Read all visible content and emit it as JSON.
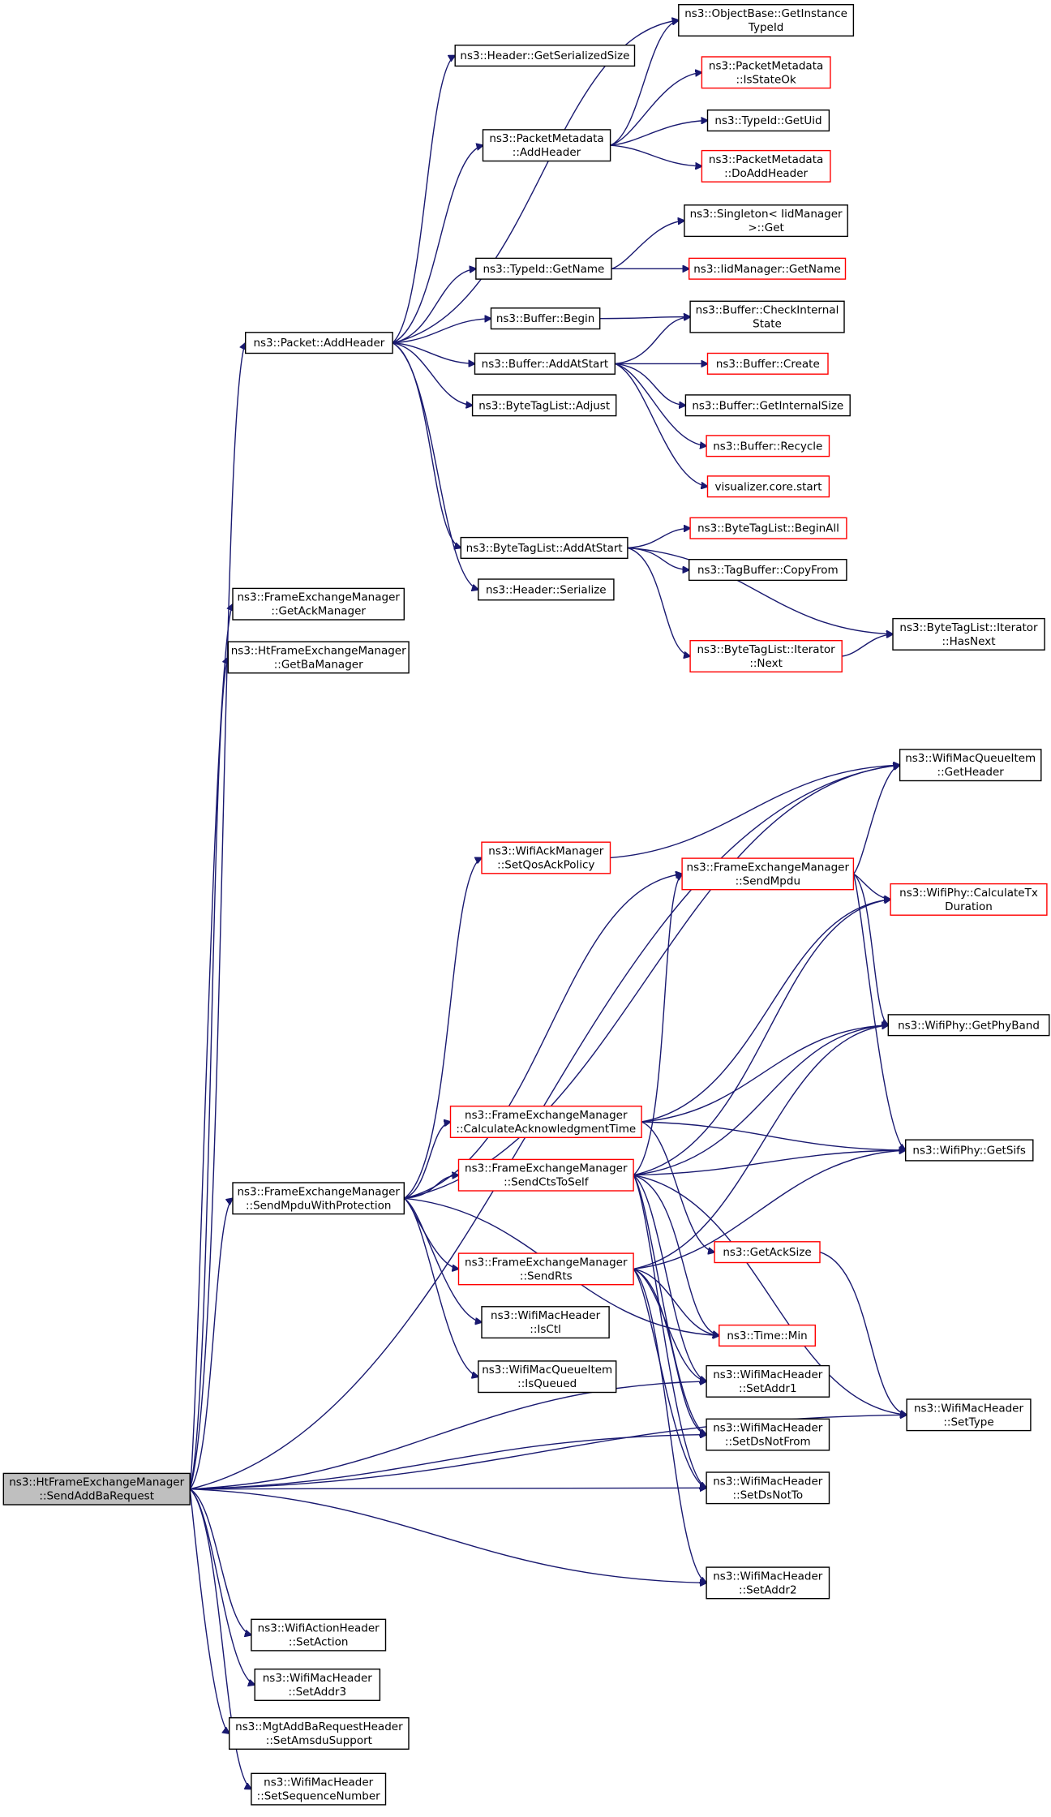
{
  "diagram": {
    "type": "call-graph",
    "colors": {
      "edge": "#191970",
      "root_fill": "#bfbfbf",
      "red_border": "#ff0000",
      "black_border": "#000000"
    },
    "nodes": [
      {
        "id": "root",
        "style": "root",
        "lines": [
          "ns3::HtFrameExchangeManager",
          "::SendAddBaRequest"
        ]
      },
      {
        "id": "addheader",
        "style": "black",
        "lines": [
          "ns3::Packet::AddHeader"
        ]
      },
      {
        "id": "getserialized",
        "style": "black",
        "lines": [
          "ns3::Header::GetSerializedSize"
        ]
      },
      {
        "id": "objbase",
        "style": "black",
        "lines": [
          "ns3::ObjectBase::GetInstance",
          "TypeId"
        ]
      },
      {
        "id": "pm_isstate",
        "style": "red",
        "lines": [
          "ns3::PacketMetadata",
          "::IsStateOk"
        ]
      },
      {
        "id": "pm_addheader",
        "style": "black",
        "lines": [
          "ns3::PacketMetadata",
          "::AddHeader"
        ]
      },
      {
        "id": "getuid",
        "style": "black",
        "lines": [
          "ns3::TypeId::GetUid"
        ]
      },
      {
        "id": "pm_doadd",
        "style": "red",
        "lines": [
          "ns3::PacketMetadata",
          "::DoAddHeader"
        ]
      },
      {
        "id": "singleton",
        "style": "black",
        "lines": [
          "ns3::Singleton< IidManager",
          ">::Get"
        ]
      },
      {
        "id": "typeid_getname",
        "style": "black",
        "lines": [
          "ns3::TypeId::GetName"
        ]
      },
      {
        "id": "iid_getname",
        "style": "red",
        "lines": [
          "ns3::IidManager::GetName"
        ]
      },
      {
        "id": "buf_begin",
        "style": "black",
        "lines": [
          "ns3::Buffer::Begin"
        ]
      },
      {
        "id": "buf_checkinternal",
        "style": "black",
        "lines": [
          "ns3::Buffer::CheckInternal",
          "State"
        ]
      },
      {
        "id": "buf_addatstart",
        "style": "black",
        "lines": [
          "ns3::Buffer::AddAtStart"
        ]
      },
      {
        "id": "buf_create",
        "style": "red",
        "lines": [
          "ns3::Buffer::Create"
        ]
      },
      {
        "id": "btl_adjust",
        "style": "black",
        "lines": [
          "ns3::ByteTagList::Adjust"
        ]
      },
      {
        "id": "buf_getinternal",
        "style": "black",
        "lines": [
          "ns3::Buffer::GetInternalSize"
        ]
      },
      {
        "id": "buf_recycle",
        "style": "red",
        "lines": [
          "ns3::Buffer::Recycle"
        ]
      },
      {
        "id": "viz_start",
        "style": "red",
        "lines": [
          "visualizer.core.start"
        ]
      },
      {
        "id": "btl_beginall",
        "style": "red",
        "lines": [
          "ns3::ByteTagList::BeginAll"
        ]
      },
      {
        "id": "btl_addatstart",
        "style": "black",
        "lines": [
          "ns3::ByteTagList::AddAtStart"
        ]
      },
      {
        "id": "tagbuf_copyfrom",
        "style": "black",
        "lines": [
          "ns3::TagBuffer::CopyFrom"
        ]
      },
      {
        "id": "hdr_serialize",
        "style": "black",
        "lines": [
          "ns3::Header::Serialize"
        ]
      },
      {
        "id": "btl_iter_hasnext",
        "style": "black",
        "lines": [
          "ns3::ByteTagList::Iterator",
          "::HasNext"
        ]
      },
      {
        "id": "btl_iter_next",
        "style": "red",
        "lines": [
          "ns3::ByteTagList::Iterator",
          "::Next"
        ]
      },
      {
        "id": "fem_getack",
        "style": "black",
        "lines": [
          "ns3::FrameExchangeManager",
          "::GetAckManager"
        ]
      },
      {
        "id": "htfem_getba",
        "style": "black",
        "lines": [
          "ns3::HtFrameExchangeManager",
          "::GetBaManager"
        ]
      },
      {
        "id": "wmqi_getheader",
        "style": "black",
        "lines": [
          "ns3::WifiMacQueueItem",
          "::GetHeader"
        ]
      },
      {
        "id": "wam_setqos",
        "style": "red",
        "lines": [
          "ns3::WifiAckManager",
          "::SetQosAckPolicy"
        ]
      },
      {
        "id": "fem_sendmpdu",
        "style": "red",
        "lines": [
          "ns3::FrameExchangeManager",
          "::SendMpdu"
        ]
      },
      {
        "id": "phy_calctx",
        "style": "red",
        "lines": [
          "ns3::WifiPhy::CalculateTx",
          "Duration"
        ]
      },
      {
        "id": "phy_getband",
        "style": "black",
        "lines": [
          "ns3::WifiPhy::GetPhyBand"
        ]
      },
      {
        "id": "fem_calcack",
        "style": "red",
        "lines": [
          "ns3::FrameExchangeManager",
          "::CalculateAcknowledgmentTime"
        ]
      },
      {
        "id": "phy_getsifs",
        "style": "black",
        "lines": [
          "ns3::WifiPhy::GetSifs"
        ]
      },
      {
        "id": "fem_sendmpdu_prot",
        "style": "black",
        "lines": [
          "ns3::FrameExchangeManager",
          "::SendMpduWithProtection"
        ]
      },
      {
        "id": "fem_sendcts",
        "style": "red",
        "lines": [
          "ns3::FrameExchangeManager",
          "::SendCtsToSelf"
        ]
      },
      {
        "id": "getacksize",
        "style": "red",
        "lines": [
          "ns3::GetAckSize"
        ]
      },
      {
        "id": "fem_sendrts",
        "style": "red",
        "lines": [
          "ns3::FrameExchangeManager",
          "::SendRts"
        ]
      },
      {
        "id": "wmh_isctl",
        "style": "black",
        "lines": [
          "ns3::WifiMacHeader",
          "::IsCtl"
        ]
      },
      {
        "id": "time_min",
        "style": "red",
        "lines": [
          "ns3::Time::Min"
        ]
      },
      {
        "id": "wmqi_isqueued",
        "style": "black",
        "lines": [
          "ns3::WifiMacQueueItem",
          "::IsQueued"
        ]
      },
      {
        "id": "wmh_setaddr1",
        "style": "black",
        "lines": [
          "ns3::WifiMacHeader",
          "::SetAddr1"
        ]
      },
      {
        "id": "wmh_settype",
        "style": "black",
        "lines": [
          "ns3::WifiMacHeader",
          "::SetType"
        ]
      },
      {
        "id": "wmh_setdsnotfrom",
        "style": "black",
        "lines": [
          "ns3::WifiMacHeader",
          "::SetDsNotFrom"
        ]
      },
      {
        "id": "wmh_setdsnotto",
        "style": "black",
        "lines": [
          "ns3::WifiMacHeader",
          "::SetDsNotTo"
        ]
      },
      {
        "id": "wmh_setaddr2",
        "style": "black",
        "lines": [
          "ns3::WifiMacHeader",
          "::SetAddr2"
        ]
      },
      {
        "id": "wah_setaction",
        "style": "black",
        "lines": [
          "ns3::WifiActionHeader",
          "::SetAction"
        ]
      },
      {
        "id": "wmh_setaddr3",
        "style": "black",
        "lines": [
          "ns3::WifiMacHeader",
          "::SetAddr3"
        ]
      },
      {
        "id": "mgt_setamsdu",
        "style": "black",
        "lines": [
          "ns3::MgtAddBaRequestHeader",
          "::SetAmsduSupport"
        ]
      },
      {
        "id": "wmh_setseq",
        "style": "black",
        "lines": [
          "ns3::WifiMacHeader",
          "::SetSequenceNumber"
        ]
      }
    ],
    "edges": [
      [
        "root",
        "addheader"
      ],
      [
        "root",
        "fem_getack"
      ],
      [
        "root",
        "htfem_getba"
      ],
      [
        "root",
        "wmqi_getheader"
      ],
      [
        "root",
        "fem_sendmpdu_prot"
      ],
      [
        "root",
        "wmh_setaddr1"
      ],
      [
        "root",
        "wmh_setdsnotfrom"
      ],
      [
        "root",
        "wmh_setdsnotto"
      ],
      [
        "root",
        "wmh_setaddr2"
      ],
      [
        "root",
        "wmh_settype"
      ],
      [
        "root",
        "wah_setaction"
      ],
      [
        "root",
        "wmh_setaddr3"
      ],
      [
        "root",
        "mgt_setamsdu"
      ],
      [
        "root",
        "wmh_setseq"
      ],
      [
        "addheader",
        "getserialized"
      ],
      [
        "addheader",
        "objbase"
      ],
      [
        "addheader",
        "pm_addheader"
      ],
      [
        "addheader",
        "typeid_getname"
      ],
      [
        "addheader",
        "buf_begin"
      ],
      [
        "addheader",
        "buf_addatstart"
      ],
      [
        "addheader",
        "btl_adjust"
      ],
      [
        "addheader",
        "btl_addatstart"
      ],
      [
        "addheader",
        "hdr_serialize"
      ],
      [
        "pm_addheader",
        "objbase"
      ],
      [
        "pm_addheader",
        "pm_isstate"
      ],
      [
        "pm_addheader",
        "getuid"
      ],
      [
        "pm_addheader",
        "pm_doadd"
      ],
      [
        "typeid_getname",
        "singleton"
      ],
      [
        "typeid_getname",
        "iid_getname"
      ],
      [
        "buf_begin",
        "buf_checkinternal"
      ],
      [
        "buf_addatstart",
        "buf_checkinternal"
      ],
      [
        "buf_addatstart",
        "buf_create"
      ],
      [
        "buf_addatstart",
        "buf_getinternal"
      ],
      [
        "buf_addatstart",
        "buf_recycle"
      ],
      [
        "buf_addatstart",
        "viz_start"
      ],
      [
        "btl_addatstart",
        "btl_beginall"
      ],
      [
        "btl_addatstart",
        "tagbuf_copyfrom"
      ],
      [
        "btl_addatstart",
        "btl_iter_hasnext"
      ],
      [
        "btl_addatstart",
        "btl_iter_next"
      ],
      [
        "btl_iter_next",
        "btl_iter_hasnext"
      ],
      [
        "wam_setqos",
        "wmqi_getheader"
      ],
      [
        "fem_sendmpdu",
        "wmqi_getheader"
      ],
      [
        "fem_sendmpdu",
        "phy_calctx"
      ],
      [
        "fem_sendmpdu",
        "phy_getband"
      ],
      [
        "fem_sendmpdu",
        "phy_getsifs"
      ],
      [
        "fem_calcack",
        "phy_calctx"
      ],
      [
        "fem_calcack",
        "phy_getband"
      ],
      [
        "fem_calcack",
        "phy_getsifs"
      ],
      [
        "fem_calcack",
        "getacksize"
      ],
      [
        "fem_sendmpdu_prot",
        "wmqi_getheader"
      ],
      [
        "fem_sendmpdu_prot",
        "wam_setqos"
      ],
      [
        "fem_sendmpdu_prot",
        "fem_sendmpdu"
      ],
      [
        "fem_sendmpdu_prot",
        "fem_calcack"
      ],
      [
        "fem_sendmpdu_prot",
        "fem_sendcts"
      ],
      [
        "fem_sendmpdu_prot",
        "fem_sendrts"
      ],
      [
        "fem_sendmpdu_prot",
        "wmh_isctl"
      ],
      [
        "fem_sendmpdu_prot",
        "wmqi_isqueued"
      ],
      [
        "fem_sendmpdu_prot",
        "time_min"
      ],
      [
        "fem_sendcts",
        "fem_sendmpdu"
      ],
      [
        "fem_sendcts",
        "phy_calctx"
      ],
      [
        "fem_sendcts",
        "phy_getband"
      ],
      [
        "fem_sendcts",
        "phy_getsifs"
      ],
      [
        "fem_sendcts",
        "time_min"
      ],
      [
        "fem_sendcts",
        "wmh_setaddr1"
      ],
      [
        "fem_sendcts",
        "wmh_setdsnotfrom"
      ],
      [
        "fem_sendcts",
        "wmh_setdsnotto"
      ],
      [
        "fem_sendcts",
        "wmh_settype"
      ],
      [
        "fem_sendrts",
        "phy_getband"
      ],
      [
        "fem_sendrts",
        "phy_getsifs"
      ],
      [
        "fem_sendrts",
        "time_min"
      ],
      [
        "fem_sendrts",
        "wmh_setaddr1"
      ],
      [
        "fem_sendrts",
        "wmh_setdsnotfrom"
      ],
      [
        "fem_sendrts",
        "wmh_setdsnotto"
      ],
      [
        "fem_sendrts",
        "wmh_setaddr2"
      ],
      [
        "getacksize",
        "wmh_settype"
      ]
    ]
  }
}
